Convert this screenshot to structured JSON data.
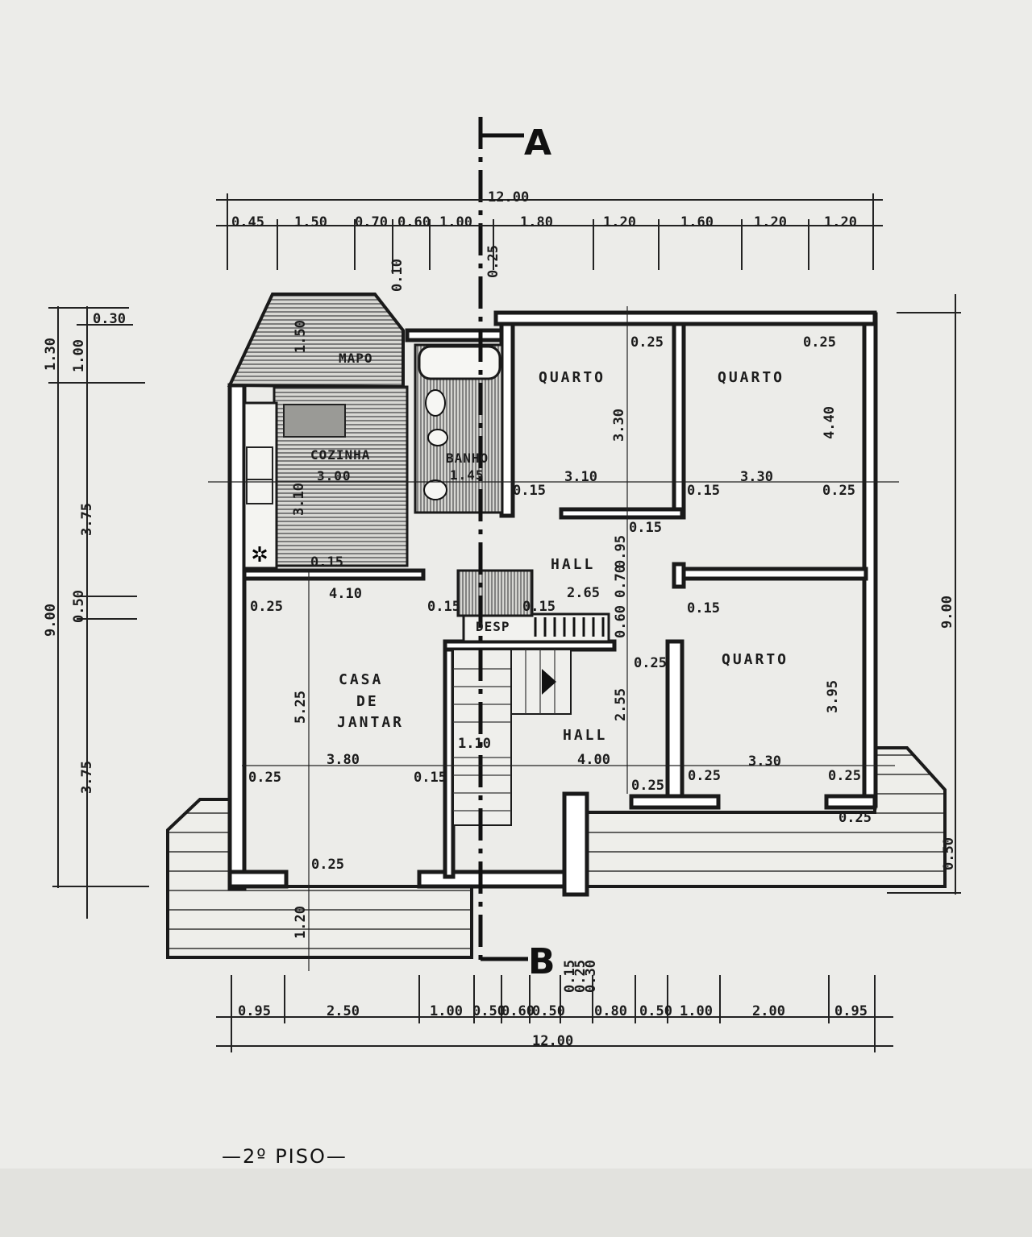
{
  "title": "—2º PISO—",
  "section_markers": {
    "top": "A",
    "bottom": "B"
  },
  "rooms": {
    "quarto_1": "QUARTO",
    "quarto_2": "QUARTO",
    "quarto_3": "QUARTO",
    "hall_upper": "HALL",
    "hall_lower": "HALL",
    "casa_line1": "CASA",
    "casa_line2": "DE",
    "casa_line3": "JANTAR",
    "cozinha": "COZINHA",
    "banho": "BANHO",
    "desp": "DESP",
    "mapo": "MAPO"
  },
  "dims": {
    "top_total": "12.00",
    "top_segments": [
      "0.45",
      "1.50",
      "0.70",
      "0.60",
      "1.00",
      "1.80",
      "1.20",
      "1.60",
      "1.20",
      "1.20"
    ],
    "bottom_total": "12.00",
    "bottom_segments": [
      "0.95",
      "2.50",
      "1.00",
      "0.50",
      "0.60",
      "0.50",
      "0.80",
      "0.50",
      "1.00",
      "2.00",
      "0.95"
    ],
    "bottom_small": [
      "0.15",
      "0.25",
      "0.30"
    ],
    "left_total": "9.00",
    "left_segments": [
      "1.30",
      "1.00",
      "0.30",
      "3.75",
      "0.50",
      "3.75"
    ],
    "right_total": "9.00",
    "top_vertical": [
      "0.10",
      "0.25"
    ],
    "interior": {
      "quarto1_w": "3.10",
      "quarto1_h": "3.30",
      "quarto2_w": "3.30",
      "quarto2_h": "4.40",
      "quarto3_w": "3.30",
      "quarto3_h": "3.95",
      "wall_q1_top": "0.25",
      "wall_q2_top": "0.25",
      "wall_q1_left": "0.15",
      "wall_q2_left": "0.15",
      "wall_right": "0.25",
      "wall_hall": "0.15",
      "hall_h": "0.95",
      "hall_w": "2.65",
      "hall_070": "0.70",
      "hall_060": "0.60",
      "wall_hall_right": "0.15",
      "wall_q3_top": "0.25",
      "hall2_h": "2.55",
      "hall2_w": "4.00",
      "casa_w_top": "4.10",
      "casa_w": "3.80",
      "casa_h": "5.25",
      "wall_casa_tl": "0.25",
      "wall_casa_bl": "0.25",
      "wall_casa_r": "0.15",
      "wall_casa_bottom": "0.25",
      "terrace_h": "1.20",
      "cozinha_w": "3.00",
      "cozinha_h": "3.10",
      "cozinha_sm": "0.15",
      "banho_w": "1.45",
      "mapo_h": "1.50",
      "desp_l": "0.15",
      "desp_r": "0.15",
      "stair": "1.10",
      "q3_bot_l": "0.25",
      "q3_bot_m": "0.25",
      "q3_bot_r": "0.25",
      "right_025": "0.25",
      "right_050": "0.50"
    }
  }
}
